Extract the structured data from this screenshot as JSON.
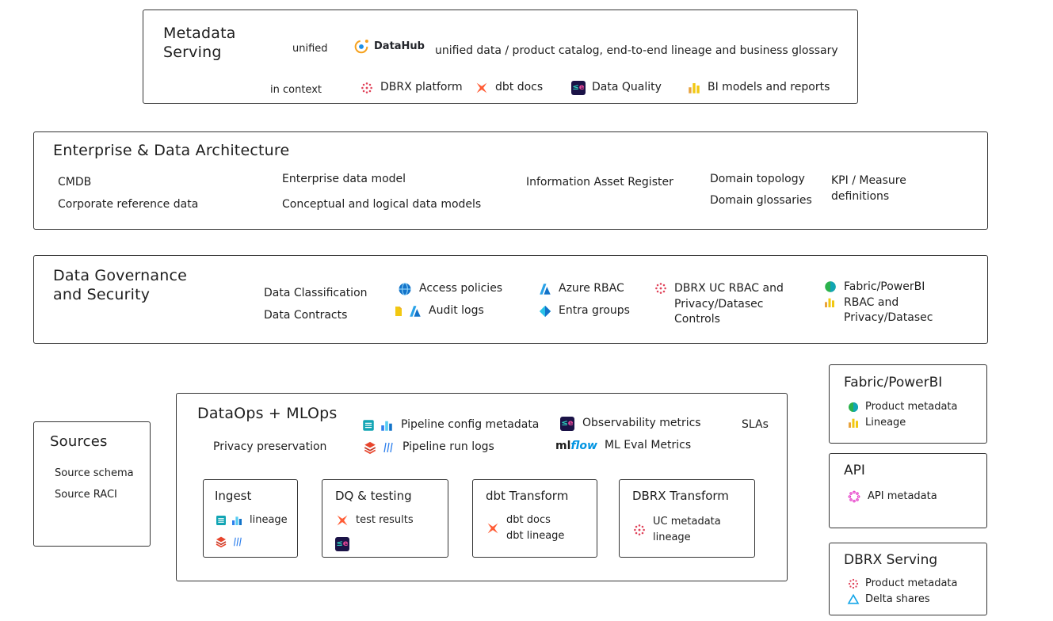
{
  "colors": {
    "ink": "#1e1e1e",
    "dbt_orange": "#ff5c35",
    "datahub_orange": "#f6a21e",
    "datahub_blue": "#1b8fe8",
    "dbrx_red": "#e0435a",
    "azure_blue": "#1273c9",
    "entra_blue": "#29c2e8",
    "powerbi_yellow": "#f2c811",
    "fabric_green": "#2bb24c",
    "pipeline_teal": "#12a5b4",
    "mlflow_blue": "#0194e2",
    "api_magenta": "#e63bc8",
    "dq_navy": "#1b1347"
  },
  "icons": {
    "datahub-icon": "orange orbit ring with blue core",
    "dbrx-icon": "red dotted ring",
    "dbt-icon": "orange pinwheel X",
    "dq-icon": "dark navy tile with colored glyphs",
    "dq_glyph_a": "≤",
    "dq_glyph_b": "e",
    "bi-icon": "yellow bar chart",
    "access-globe-icon": "blue globe",
    "doc-icon": "yellow document",
    "azure-a-icon": "azure blue A",
    "entra-icon": "blue diamond",
    "fabric-icon": "green-teal sphere",
    "pipeline-icon": "teal striped tile",
    "chart-icon": "blue bar chart",
    "stack-icon": "red layered stack",
    "stream-icon": "blue stream lines",
    "api-icon": "magenta dotted ring",
    "delta-icon": "blue triangle outline"
  },
  "metadata_serving": {
    "title": "Metadata Serving",
    "unified_label": "unified",
    "datahub_label": "DataHub",
    "datahub_desc": "unified data / product catalog, end-to-end lineage and business glossary",
    "in_context_label": "in context",
    "dbrx_platform": "DBRX platform",
    "dbt_docs": "dbt docs",
    "data_quality": "Data Quality",
    "bi_models": "BI models and reports"
  },
  "enterprise_architecture": {
    "title": "Enterprise & Data Architecture",
    "items": [
      "CMDB",
      "Corporate reference data",
      "Enterprise data model",
      "Conceptual and logical data models",
      "Information Asset Register",
      "Domain topology",
      "Domain glossaries",
      "KPI / Measure definitions"
    ]
  },
  "governance": {
    "title": "Data Governance and Security",
    "data_classification": "Data Classification",
    "data_contracts": "Data Contracts",
    "access_policies": "Access policies",
    "audit_logs": "Audit logs",
    "azure_rbac": "Azure RBAC",
    "entra_groups": "Entra groups",
    "dbrx_uc": "DBRX UC RBAC and Privacy/Datasec Controls",
    "fabric_rbac": "Fabric/PowerBI RBAC and Privacy/Datasec"
  },
  "sources": {
    "title": "Sources",
    "items": [
      "Source schema",
      "Source RACI"
    ]
  },
  "dataops": {
    "title": "DataOps + MLOps",
    "privacy": "Privacy preservation",
    "pipeline_config": "Pipeline config metadata",
    "pipeline_logs": "Pipeline run logs",
    "observability": "Observability metrics",
    "slas": "SLAs",
    "mlflow_ml": "ml",
    "mlflow_flow": "flow",
    "ml_eval": "ML Eval Metrics",
    "ingest": {
      "title": "Ingest",
      "lineage": "lineage"
    },
    "dq_testing": {
      "title": "DQ & testing",
      "test_results": "test results"
    },
    "dbt_transform": {
      "title": "dbt Transform",
      "docs": "dbt docs",
      "lineage": "dbt lineage"
    },
    "dbrx_transform": {
      "title": "DBRX Transform",
      "uc_metadata": "UC metadata",
      "lineage": "lineage"
    }
  },
  "fabric_powerbi": {
    "title": "Fabric/PowerBI",
    "product_metadata": "Product metadata",
    "lineage": "Lineage"
  },
  "api": {
    "title": "API",
    "metadata": "API metadata"
  },
  "dbrx_serving": {
    "title": "DBRX Serving",
    "product_metadata": "Product metadata",
    "delta_shares": "Delta shares"
  }
}
